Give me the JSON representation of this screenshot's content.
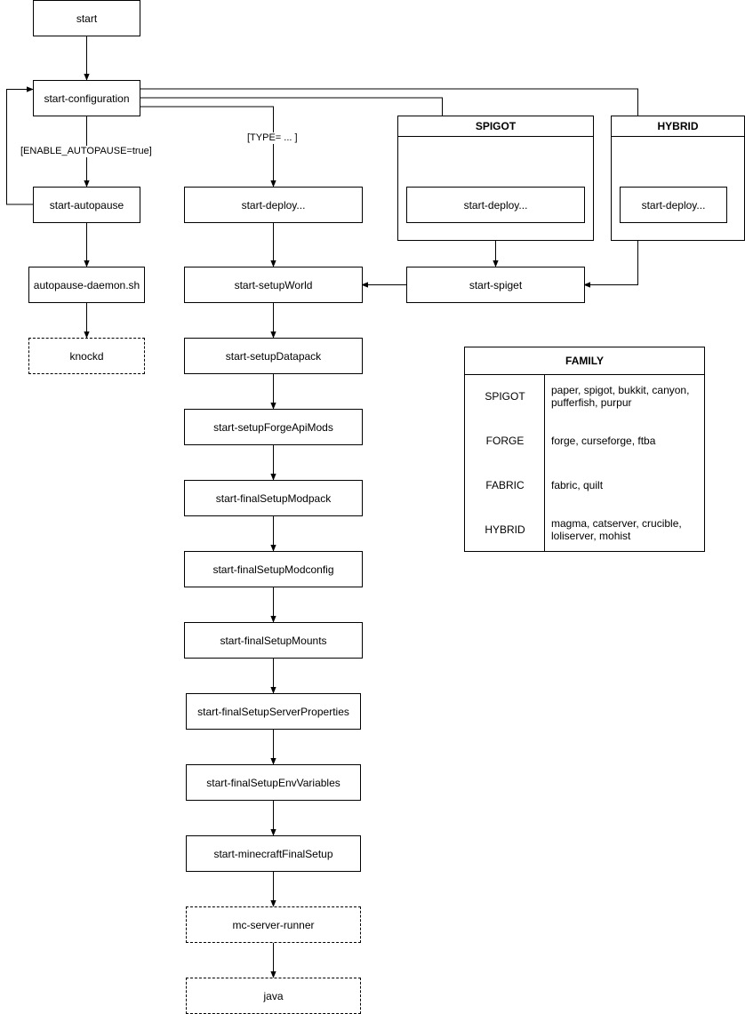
{
  "nodes": {
    "start": "start",
    "start_configuration": "start-configuration",
    "start_autopause": "start-autopause",
    "autopause_daemon": "autopause-daemon.sh",
    "knockd": "knockd",
    "start_deploy_main": "start-deploy...",
    "start_setup_world": "start-setupWorld",
    "start_setup_datapack": "start-setupDatapack",
    "start_setup_forge_api_mods": "start-setupForgeApiMods",
    "start_final_setup_modpack": "start-finalSetupModpack",
    "start_final_setup_modconfig": "start-finalSetupModconfig",
    "start_final_setup_mounts": "start-finalSetupMounts",
    "start_final_setup_server_properties": "start-finalSetupServerProperties",
    "start_final_setup_env_variables": "start-finalSetupEnvVariables",
    "start_minecraft_final_setup": "start-minecraftFinalSetup",
    "mc_server_runner": "mc-server-runner",
    "java": "java",
    "start_deploy_spigot": "start-deploy...",
    "start_deploy_hybrid": "start-deploy...",
    "start_spiget": "start-spiget"
  },
  "containers": {
    "spigot": "SPIGOT",
    "hybrid": "HYBRID"
  },
  "edge_labels": {
    "enable_autopause": "[ENABLE_AUTOPAUSE=true]",
    "type": "[TYPE= ... ]"
  },
  "family_table": {
    "title": "FAMILY",
    "rows": [
      {
        "key": "SPIGOT",
        "value": "paper, spigot, bukkit, canyon, pufferfish, purpur"
      },
      {
        "key": "FORGE",
        "value": "forge, curseforge, ftba"
      },
      {
        "key": "FABRIC",
        "value": "fabric, quilt"
      },
      {
        "key": "HYBRID",
        "value": "magma, catserver, crucible, loliserver, mohist"
      }
    ]
  }
}
